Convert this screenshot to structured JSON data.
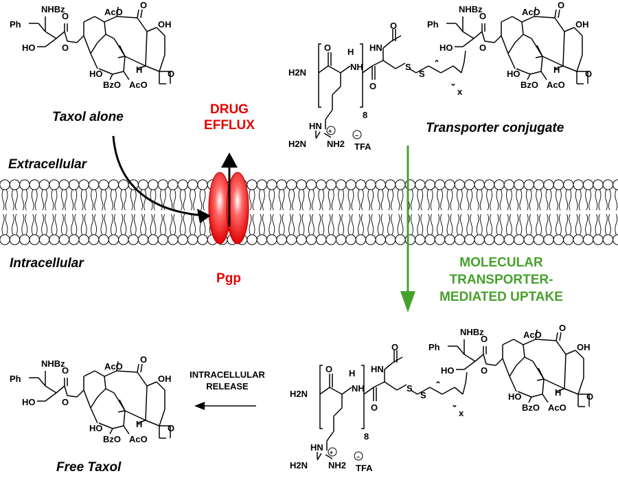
{
  "captions": {
    "taxol_alone": "Taxol alone",
    "transporter_conjugate": "Transporter conjugate",
    "extracellular": "Extracellular",
    "intracellular": "Intracellular",
    "free_taxol": "Free Taxol"
  },
  "labels": {
    "drug_efflux_line1": "DRUG",
    "drug_efflux_line2": "EFFLUX",
    "pgp": "Pgp",
    "uptake_line1": "MOLECULAR",
    "uptake_line2": "TRANSPORTER-",
    "uptake_line3": "MEDIATED UPTAKE",
    "release_line1": "INTRACELLULAR",
    "release_line2": "RELEASE"
  },
  "chem": {
    "nhbz": "NHBz",
    "ph": "Ph",
    "ho": "HO",
    "aco": "AcO",
    "oh": "OH",
    "bzo": "BzO",
    "o": "O",
    "h": "H",
    "h2n": "H2N",
    "hn": "HN",
    "nh": "NH",
    "nh2": "NH2",
    "tfa": "TFA",
    "repeat_n": "8",
    "chain_x": "x"
  },
  "colors": {
    "efflux_red": "#e60000",
    "uptake_green": "#46a12b",
    "membrane_line": "#000000"
  }
}
